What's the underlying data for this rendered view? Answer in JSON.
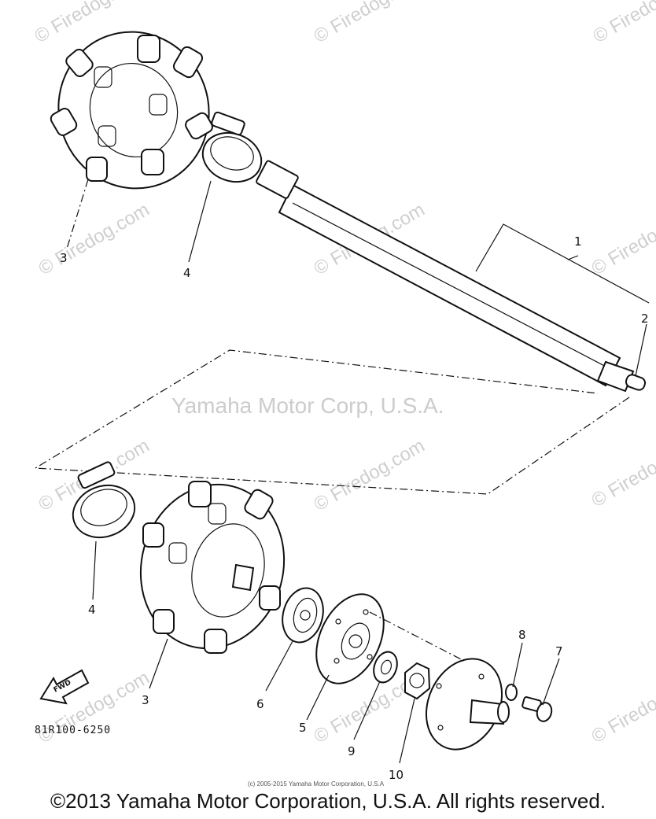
{
  "diagram": {
    "part_numbers": [
      "1",
      "2",
      "3",
      "4",
      "3",
      "4",
      "5",
      "6",
      "7",
      "8",
      "9",
      "10"
    ],
    "fwd_label": "FWD",
    "drawing_code": "81R100-6250",
    "watermark_center": "Yamaha Motor Corp, U.S.A.",
    "watermark_site": "© Firedog.com",
    "small_copyright": "(c) 2005-2015 Yamaha Motor Corporation, U.S.A",
    "copyright": "©2013 Yamaha Motor Corporation, U.S.A. All rights reserved."
  }
}
